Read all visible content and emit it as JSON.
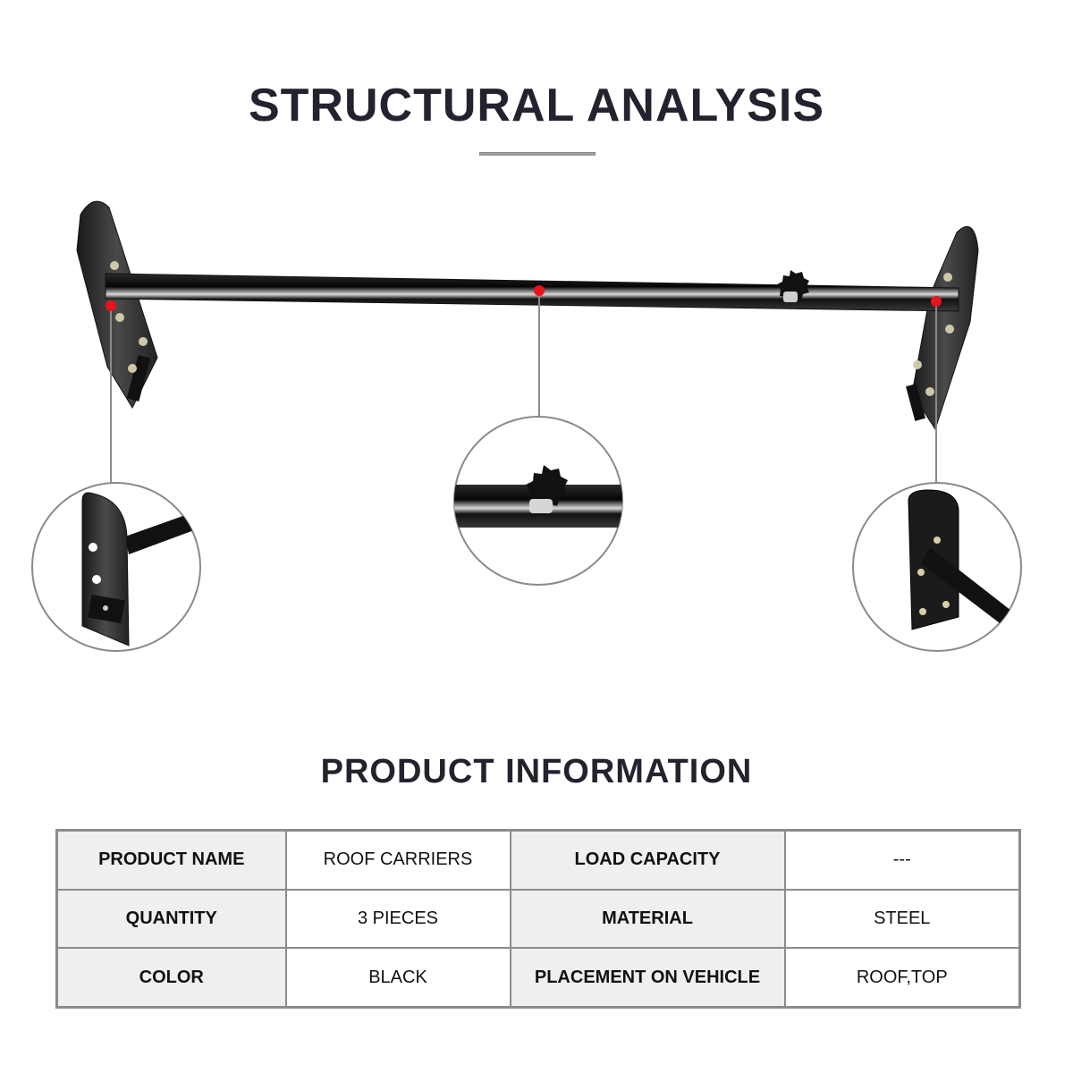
{
  "header": {
    "title": "STRUCTURAL ANALYSIS"
  },
  "diagram": {
    "subject": "roof carrier crossbar with two end mounting brackets",
    "callouts": [
      {
        "name": "left-bracket-detail",
        "description": "left mounting plate with clamp"
      },
      {
        "name": "center-knob-detail",
        "description": "adjustment knob on crossbar"
      },
      {
        "name": "right-bracket-detail",
        "description": "right mounting plate with bolts"
      }
    ],
    "marker_color": "#e8141c",
    "line_color": "#8a8a8a"
  },
  "product_info": {
    "title": "PRODUCT INFORMATION",
    "rows": [
      [
        {
          "label": "PRODUCT NAME",
          "value": "ROOF CARRIERS"
        },
        {
          "label": "LOAD CAPACITY",
          "value": "---"
        }
      ],
      [
        {
          "label": "QUANTITY",
          "value": "3 PIECES"
        },
        {
          "label": "MATERIAL",
          "value": "STEEL"
        }
      ],
      [
        {
          "label": "COLOR",
          "value": "BLACK"
        },
        {
          "label": "PLACEMENT ON VEHICLE",
          "value": "ROOF,TOP"
        }
      ]
    ]
  }
}
